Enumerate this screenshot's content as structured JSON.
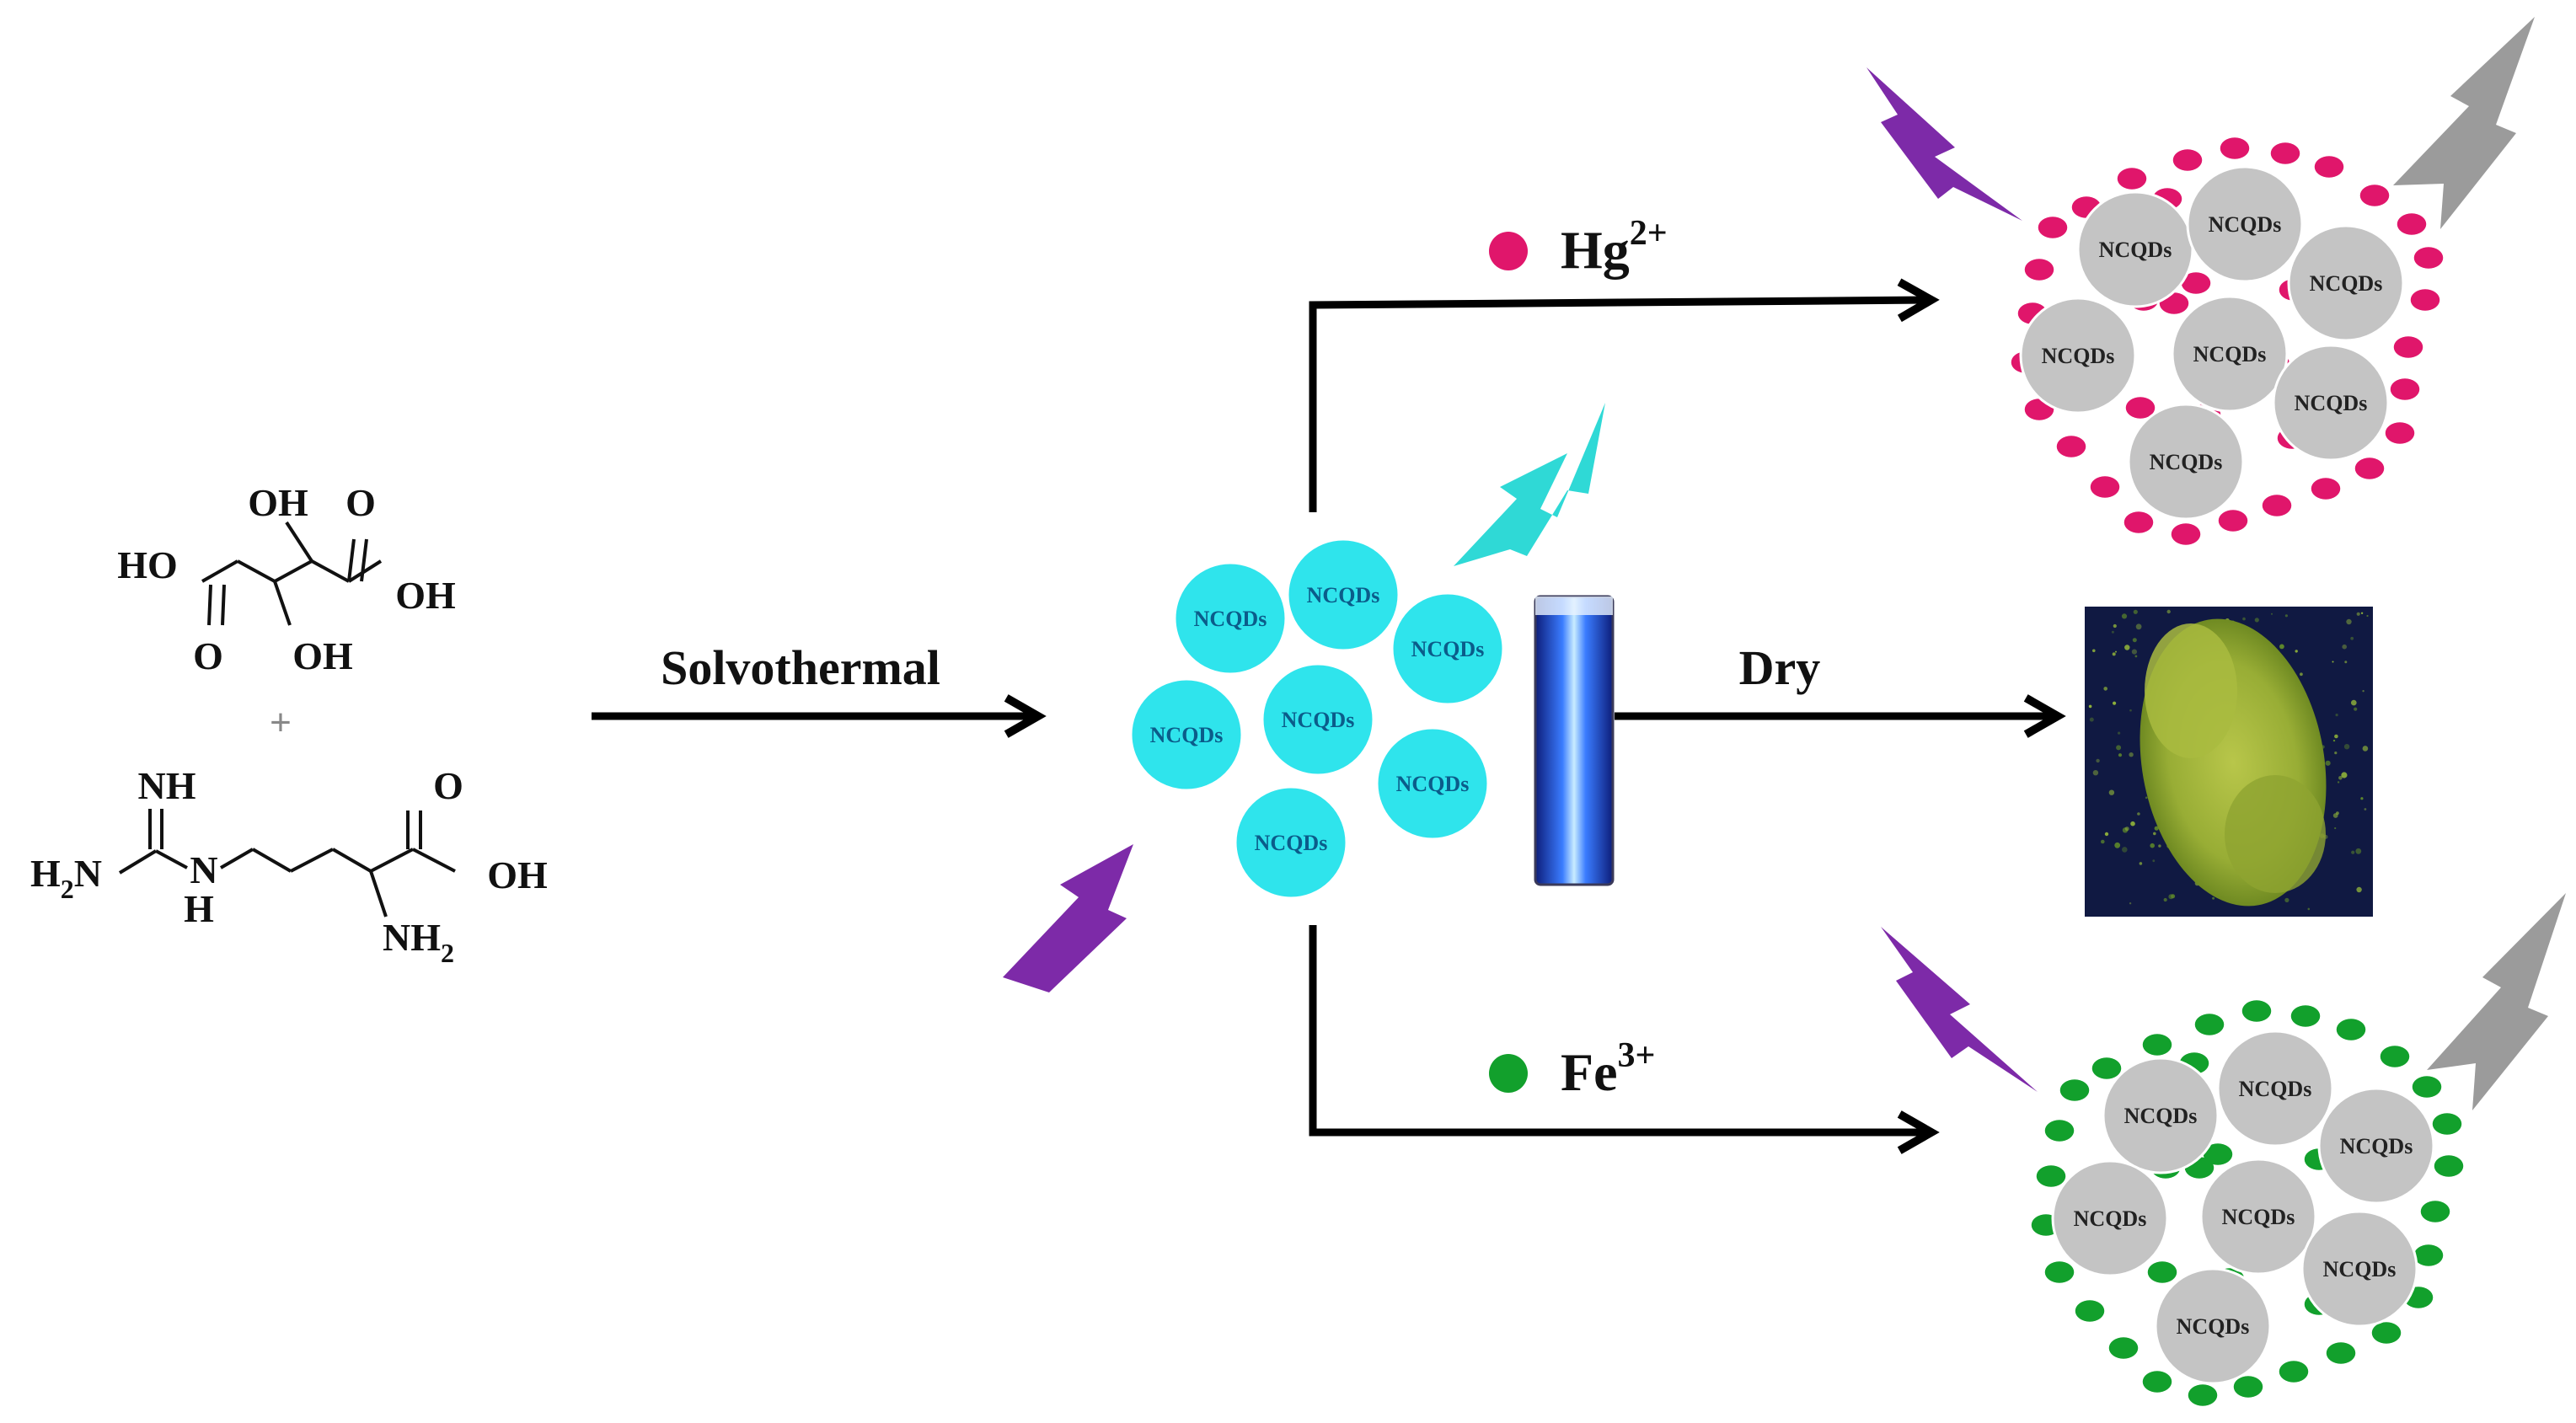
{
  "reactants": {
    "tartaric": {
      "oh_top": "OH",
      "o_top": "O",
      "ho_left": "HO",
      "oh_right": "OH",
      "o_bottom": "O",
      "oh_bottom": "OH"
    },
    "plus": "+",
    "arginine": {
      "nh": "NH",
      "h2n": "H",
      "h2n_sub": "2",
      "h2n_n": "N",
      "n": "N",
      "h": "H",
      "o": "O",
      "oh": "OH",
      "nh2": "NH",
      "nh2_sub": "2"
    }
  },
  "steps": {
    "solvothermal": "Solvothermal",
    "dry": "Dry"
  },
  "ions": {
    "hg": {
      "symbol": "Hg",
      "charge": "2+",
      "color": "#e0166b"
    },
    "fe": {
      "symbol": "Fe",
      "charge": "3+",
      "color": "#12a02c"
    }
  },
  "particle_label": "NCQDs",
  "colors": {
    "ncqd_fluorescent": "#2fe4ec",
    "ncqd_label_fluorescent": "#0b5c8a",
    "ncqd_quenched": "#c4c4c4",
    "excitation_bolt": "#7d2aa8",
    "emission_bolt": "#2fd9d6",
    "quenched_bolt": "#9b9b9b",
    "arrow": "#000000"
  },
  "icons": [
    "excitation-bolt-icon",
    "emission-bolt-icon",
    "quenched-bolt-icon",
    "cuvette-icon",
    "dried-powder-photo"
  ]
}
